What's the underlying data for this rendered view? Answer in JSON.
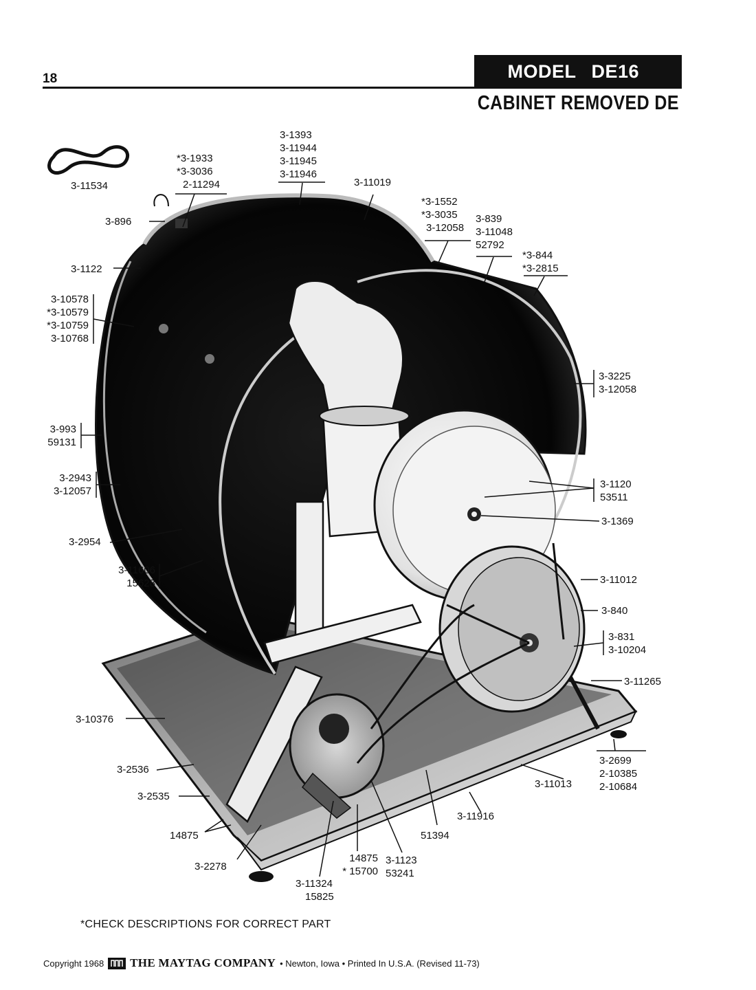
{
  "header": {
    "page_number": "18",
    "model_label": "MODEL",
    "model_code": "DE16",
    "section_title": "CABINET REMOVED DE"
  },
  "callouts": {
    "belt": [
      "3-11534"
    ],
    "c1933": [
      "*3-1933",
      "*3-3036",
      "2-11294"
    ],
    "c1393": [
      "3-1393",
      "3-11944",
      "3-11945",
      "3-11946"
    ],
    "c11019": [
      "3-11019"
    ],
    "c896": [
      "3-896"
    ],
    "c1122": [
      "3-1122"
    ],
    "c1552": [
      "*3-1552",
      "*3-3035",
      "3-12058"
    ],
    "c839": [
      "3-839",
      "3-11048",
      "52792"
    ],
    "c844": [
      "*3-844",
      "*3-2815"
    ],
    "c10578": [
      "3-10578",
      "*3-10579",
      "*3-10759",
      "3-10768"
    ],
    "c3225": [
      "3-3225",
      "3-12058"
    ],
    "c993": [
      "3-993",
      "59131"
    ],
    "c1120": [
      "3-1120",
      "53511"
    ],
    "c2943": [
      "3-2943",
      "3-12057"
    ],
    "c1369": [
      "3-1369"
    ],
    "c2954": [
      "3-2954"
    ],
    "c11606": [
      "3-11606",
      "15628"
    ],
    "c11012": [
      "3-11012"
    ],
    "c840": [
      "3-840"
    ],
    "c831": [
      "3-831",
      "3-10204"
    ],
    "c11265": [
      "3-11265"
    ],
    "c10376": [
      "3-10376"
    ],
    "c2699": [
      "3-2699",
      "2-10385",
      "2-10684"
    ],
    "c2536": [
      "3-2536"
    ],
    "c11013": [
      "3-11013"
    ],
    "c2535": [
      "3-2535"
    ],
    "c11916": [
      "3-11916"
    ],
    "c14875a": [
      "14875"
    ],
    "c51394": [
      "51394"
    ],
    "c14875b": [
      "14875",
      "* 15700"
    ],
    "c1123": [
      "3-1123",
      "53241"
    ],
    "c2278": [
      "3-2278"
    ],
    "c11324": [
      "3-11324",
      "15825"
    ]
  },
  "footnote": "*CHECK DESCRIPTIONS FOR CORRECT PART",
  "footer": {
    "copyright": "Copyright 1968",
    "company": "THE MAYTAG COMPANY",
    "location": "• Newton, Iowa • Printed In U.S.A. (Revised 11-73)"
  }
}
